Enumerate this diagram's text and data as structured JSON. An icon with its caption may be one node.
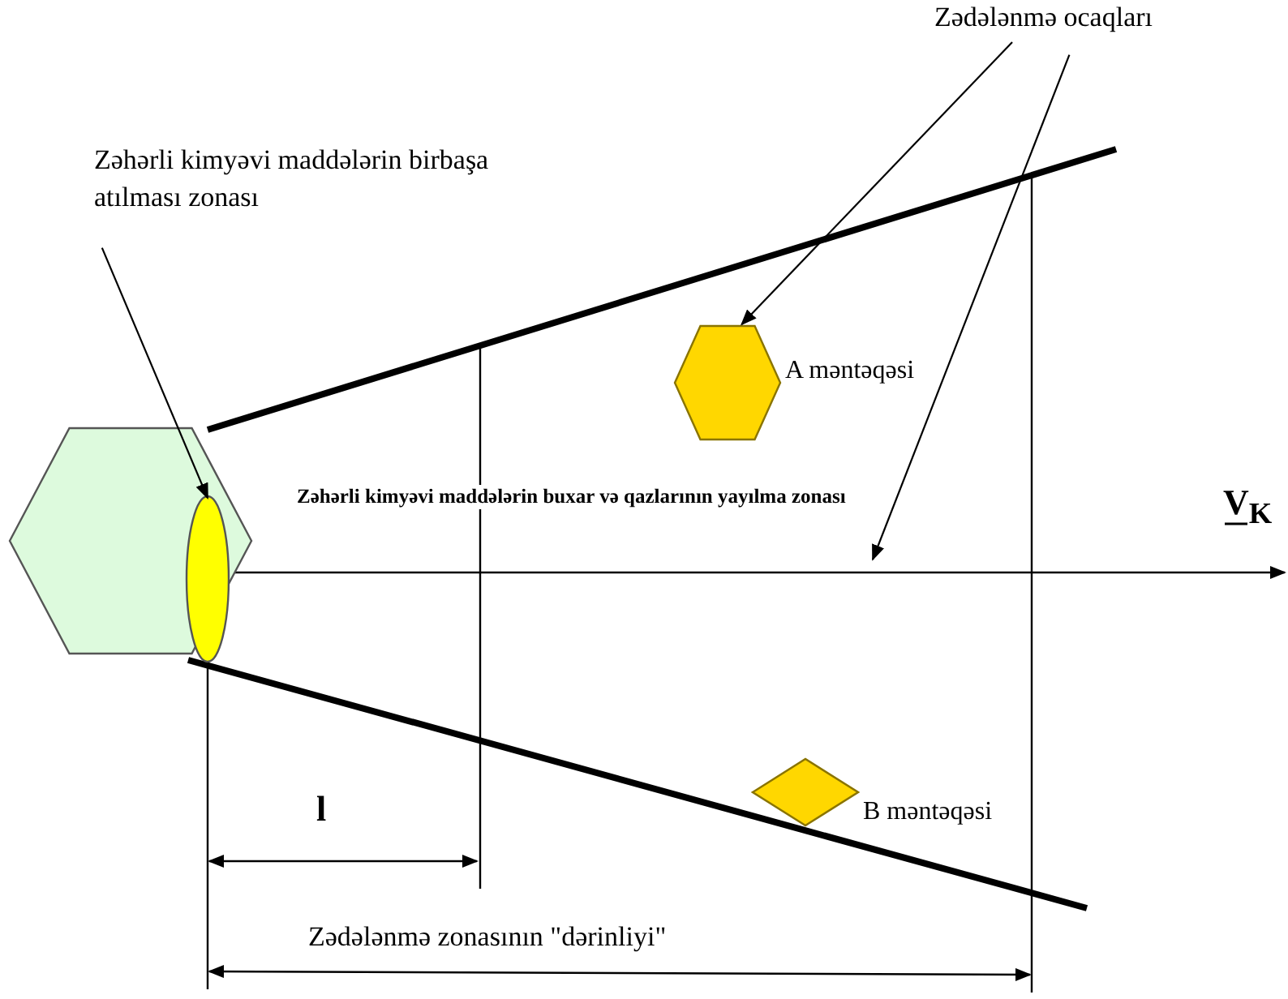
{
  "diagram": {
    "nodes": [
      {
        "text": [],
        "shape": "hexagon"
      },
      {
        "text": [],
        "shape": "ellipse",
        "in": 0
      },
      {
        "text": [
          "Zəhərli kimyəvi maddələrin birbaşa atılması zonası"
        ]
      },
      {
        "text": [
          "Zədələnmə ocaqları"
        ]
      },
      {
        "text": [],
        "shape": "hexagon",
        "beside": [
          "A məntəqəsi"
        ]
      },
      {
        "text": [],
        "shape": "diamond",
        "beside": [
          "B məntəqəsi"
        ]
      }
    ],
    "edges": [
      {
        "from": 2,
        "to": 1,
        "arrow": "to"
      },
      {
        "from": 3,
        "to": 4,
        "arrow": "to"
      },
      {
        "from": 3,
        "to": null,
        "arrow": "to"
      }
    ],
    "labels": [
      "Zəhərli kimyəvi maddələrin buxar və qazlarının yayılma zonası",
      "V$_{K}$",
      "l",
      "Zədələnmə zonasının \"dərinliyi\""
    ]
  }
}
